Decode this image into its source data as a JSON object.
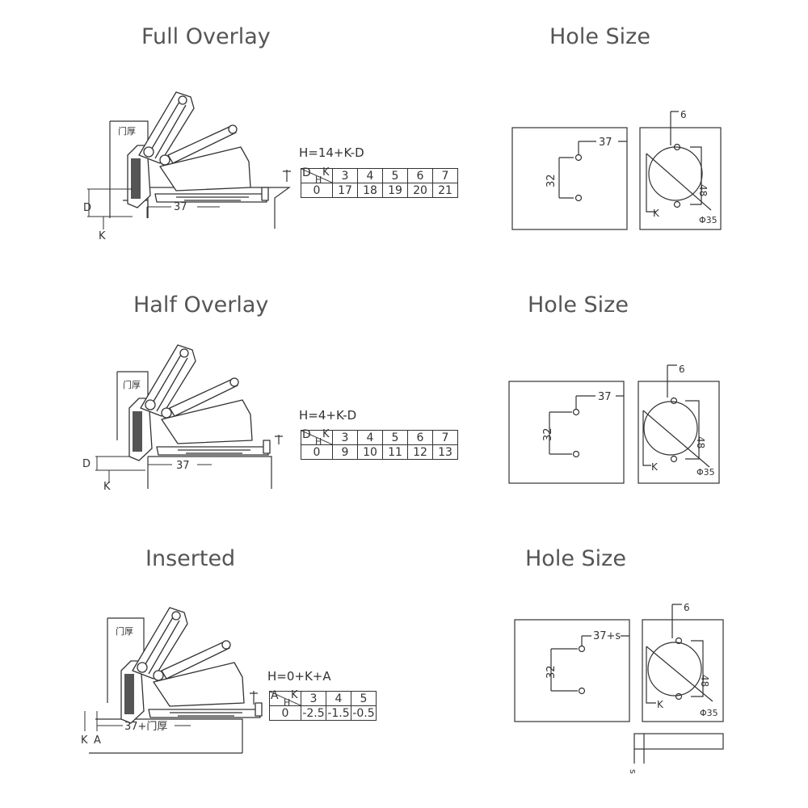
{
  "sections": [
    {
      "title": "Full Overlay",
      "formula": "H=14+K-D",
      "row_label": "D",
      "h_label": "H",
      "k_label": "K",
      "k_values": [
        "3",
        "4",
        "5",
        "6",
        "7"
      ],
      "row_value": "0",
      "h_values": [
        "17",
        "18",
        "19",
        "20",
        "21"
      ],
      "door_label": "门厚",
      "dim_width": "37",
      "dim_d": "D",
      "dim_k": "K",
      "hole_title": "Hole Size",
      "hole_offset": "37",
      "hole_spacing": "32",
      "hole_edge": "6",
      "hole_depth": "48",
      "hole_k": "K",
      "hole_dia": "Φ35"
    },
    {
      "title": "Half Overlay",
      "formula": "H=4+K-D",
      "row_label": "D",
      "h_label": "H",
      "k_label": "K",
      "k_values": [
        "3",
        "4",
        "5",
        "6",
        "7"
      ],
      "row_value": "0",
      "h_values": [
        "9",
        "10",
        "11",
        "12",
        "13"
      ],
      "door_label": "门厚",
      "dim_width": "37",
      "dim_d": "D",
      "dim_k": "K",
      "hole_title": "Hole Size",
      "hole_offset": "37",
      "hole_spacing": "32",
      "hole_edge": "6",
      "hole_depth": "48",
      "hole_k": "K",
      "hole_dia": "Φ35"
    },
    {
      "title": "Inserted",
      "formula": "H=0+K+A",
      "row_label": "A",
      "h_label": "H",
      "k_label": "K",
      "k_values": [
        "3",
        "4",
        "5"
      ],
      "row_value": "0",
      "h_values": [
        "-2.5",
        "-1.5",
        "-0.5"
      ],
      "door_label": "门厚",
      "dim_width": "37+门厚",
      "dim_a": "A",
      "dim_k": "K",
      "hole_title": "Hole Size",
      "hole_offset": "37+s",
      "hole_spacing": "32",
      "hole_edge": "6",
      "hole_depth": "48",
      "hole_k": "K",
      "hole_dia": "Φ35",
      "hole_s": "s"
    }
  ]
}
